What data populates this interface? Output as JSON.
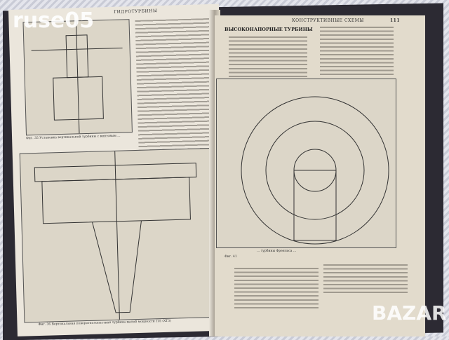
{
  "watermark": "ruse05",
  "logo": "BAZAR",
  "left_page": {
    "running_head": "ГИДРОТУРБИНЫ",
    "captions": [
      "Фиг. 35 Установка вертикальной турбины с винтовым ... ",
      "Фиг. 36 Вертикальная поворотнолопастная турбина малой мощности ПЛ (ХТЗ)"
    ]
  },
  "right_page": {
    "running_head": "КОНСТРУКТИВНЫЕ СХЕМЫ",
    "page_number": "111",
    "section_title": "ВЫСОКОНАПОРНЫЕ ТУРБИНЫ",
    "figure_caption": "... турбины Френсиса ...",
    "figure_label": "Фиг. 41"
  }
}
